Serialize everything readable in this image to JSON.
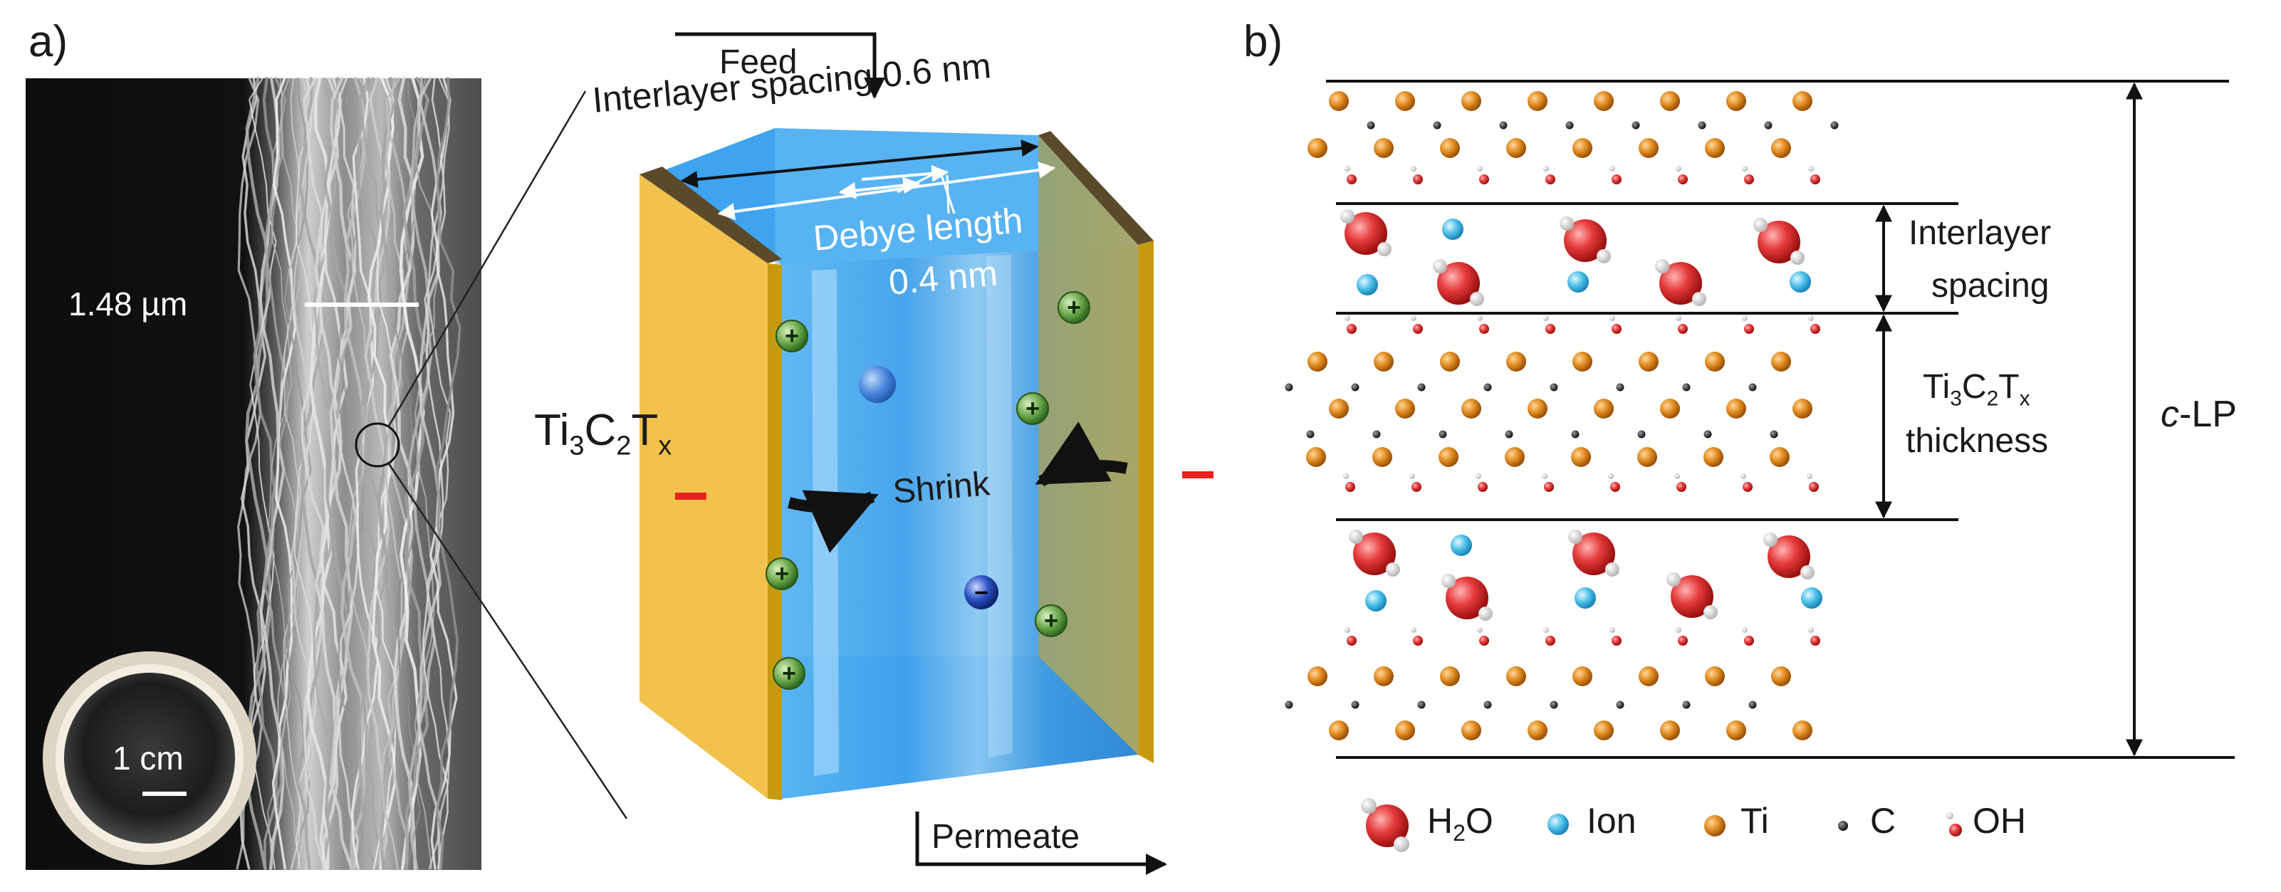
{
  "panels": {
    "a": {
      "label": "a)"
    },
    "b": {
      "label": "b)"
    }
  },
  "sem": {
    "thickness_label": "1.48 µm",
    "scale_label": "1 cm"
  },
  "channel": {
    "feed": "Feed",
    "permeate": "Permeate",
    "interlayer_spacing": "Interlayer spacing 0.6 nm",
    "debye_line1": "Debye length",
    "debye_line2": "0.4 nm",
    "shrink": "Shrink",
    "material": {
      "base": "Ti",
      "s1": "3",
      "mid": "C",
      "s2": "2",
      "end": "T",
      "s3": "x"
    },
    "ion_charges": {
      "positive": "+",
      "negative": "−"
    },
    "colors": {
      "wall": "#f2c24d",
      "water": "#3fa6f0",
      "wall_edge": "#5a4a2a"
    }
  },
  "structure": {
    "interlayer_line1": "Interlayer",
    "interlayer_line2": "spacing",
    "thickness_base": "Ti",
    "thickness_s1": "3",
    "thickness_mid": "C",
    "thickness_s2": "2",
    "thickness_end": "T",
    "thickness_s3": "x",
    "thickness_line2": "thickness",
    "clp_italic": "c",
    "clp_rest": "-LP"
  },
  "legend": {
    "h2o_base": "H",
    "h2o_sub": "2",
    "h2o_end": "O",
    "ion": "Ion",
    "ti": "Ti",
    "c": "C",
    "oh": "OH"
  }
}
